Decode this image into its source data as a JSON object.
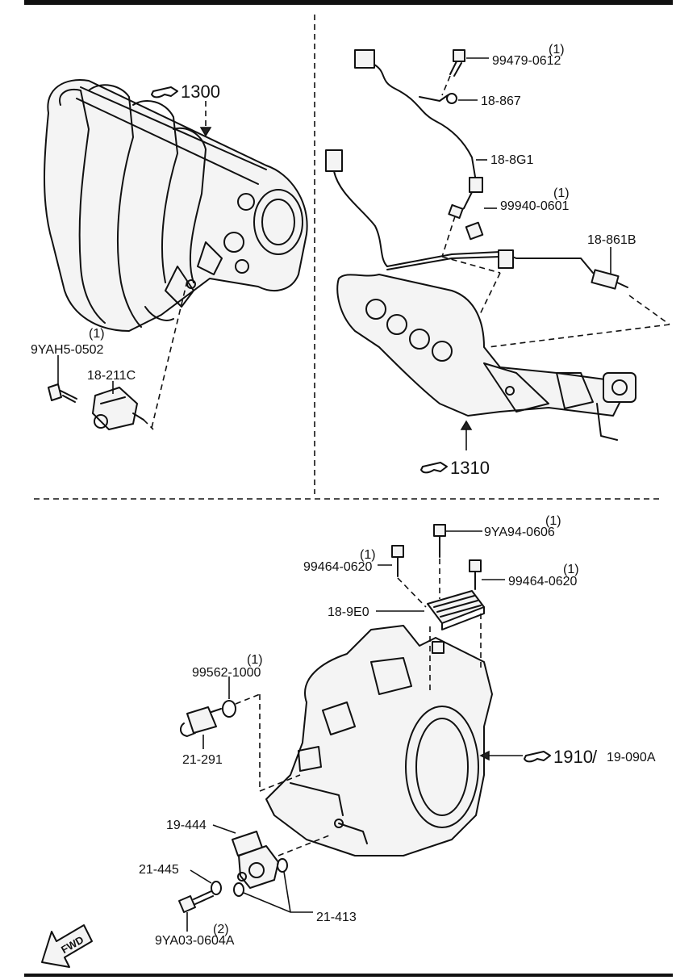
{
  "references": {
    "intake": "1300",
    "exhaust": "1310",
    "transaxle": "1910",
    "transaxle_alt": "19-090A",
    "separator": "/"
  },
  "parts": [
    {
      "id": "p1",
      "number": "99479-0612",
      "qty": "(1)"
    },
    {
      "id": "p2",
      "number": "18-867",
      "qty": ""
    },
    {
      "id": "p3",
      "number": "18-8G1",
      "qty": ""
    },
    {
      "id": "p4",
      "number": "99940-0601",
      "qty": "(1)"
    },
    {
      "id": "p5",
      "number": "18-861B",
      "qty": ""
    },
    {
      "id": "p6",
      "number": "9YAH5-0502",
      "qty": "(1)"
    },
    {
      "id": "p7",
      "number": "18-211C",
      "qty": ""
    },
    {
      "id": "p8",
      "number": "9YA94-0606",
      "qty": "(1)"
    },
    {
      "id": "p9",
      "number": "99464-0620",
      "qty": "(1)"
    },
    {
      "id": "p10",
      "number": "99464-0620",
      "qty": "(1)"
    },
    {
      "id": "p11",
      "number": "18-9E0",
      "qty": ""
    },
    {
      "id": "p12",
      "number": "99562-1000",
      "qty": "(1)"
    },
    {
      "id": "p13",
      "number": "21-291",
      "qty": ""
    },
    {
      "id": "p14",
      "number": "19-444",
      "qty": ""
    },
    {
      "id": "p15",
      "number": "21-445",
      "qty": ""
    },
    {
      "id": "p16",
      "number": "21-413",
      "qty": ""
    },
    {
      "id": "p17",
      "number": "9YA03-0604A",
      "qty": "(2)"
    }
  ],
  "fwd_label": "FWD",
  "icons": [
    "pointing-hand-icon",
    "fwd-arrow-icon"
  ]
}
